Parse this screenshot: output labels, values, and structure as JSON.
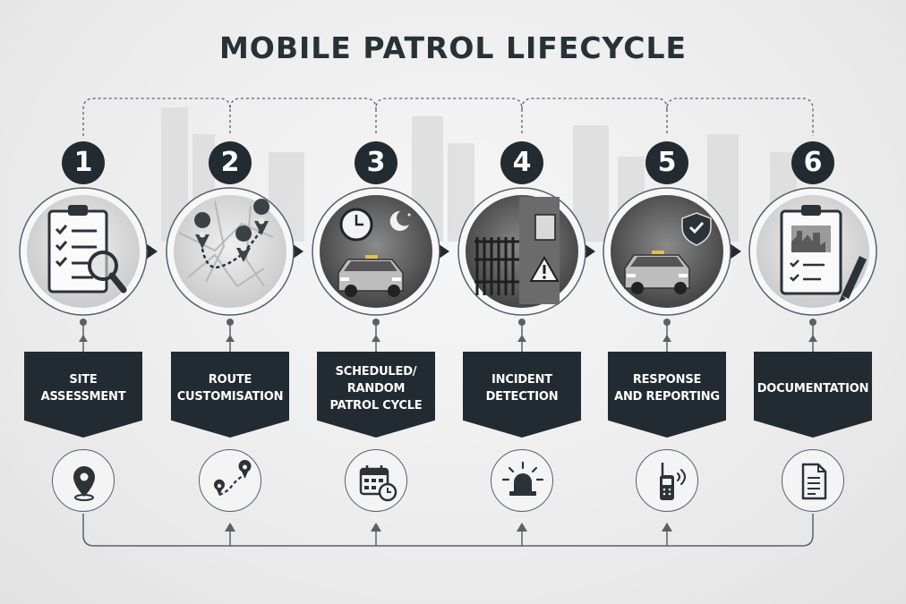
{
  "title": "MOBILE PATROL LIFECYCLE",
  "steps": [
    {
      "number": "1",
      "label": "SITE\nASSESSMENT",
      "image_icon": "clipboard-checklist-magnifier-icon",
      "small_icon": "location-pin-icon"
    },
    {
      "number": "2",
      "label": "ROUTE\nCUSTOMISATION",
      "image_icon": "route-map-pins-icon",
      "small_icon": "route-path-icon"
    },
    {
      "number": "3",
      "label": "SCHEDULED/\nRANDOM\nPATROL CYCLE",
      "image_icon": "patrol-car-clock-moon-icon",
      "small_icon": "calendar-clock-icon"
    },
    {
      "number": "4",
      "label": "INCIDENT\nDETECTION",
      "image_icon": "fence-warning-icon",
      "small_icon": "alarm-siren-icon"
    },
    {
      "number": "5",
      "label": "RESPONSE\nAND REPORTING",
      "image_icon": "patrol-car-shield-icon",
      "small_icon": "two-way-radio-icon"
    },
    {
      "number": "6",
      "label": "DOCUMENTATION",
      "image_icon": "clipboard-report-pen-icon",
      "small_icon": "document-icon"
    }
  ],
  "colors": {
    "dark": "#222b31",
    "line": "#59606a",
    "title": "#263138"
  }
}
